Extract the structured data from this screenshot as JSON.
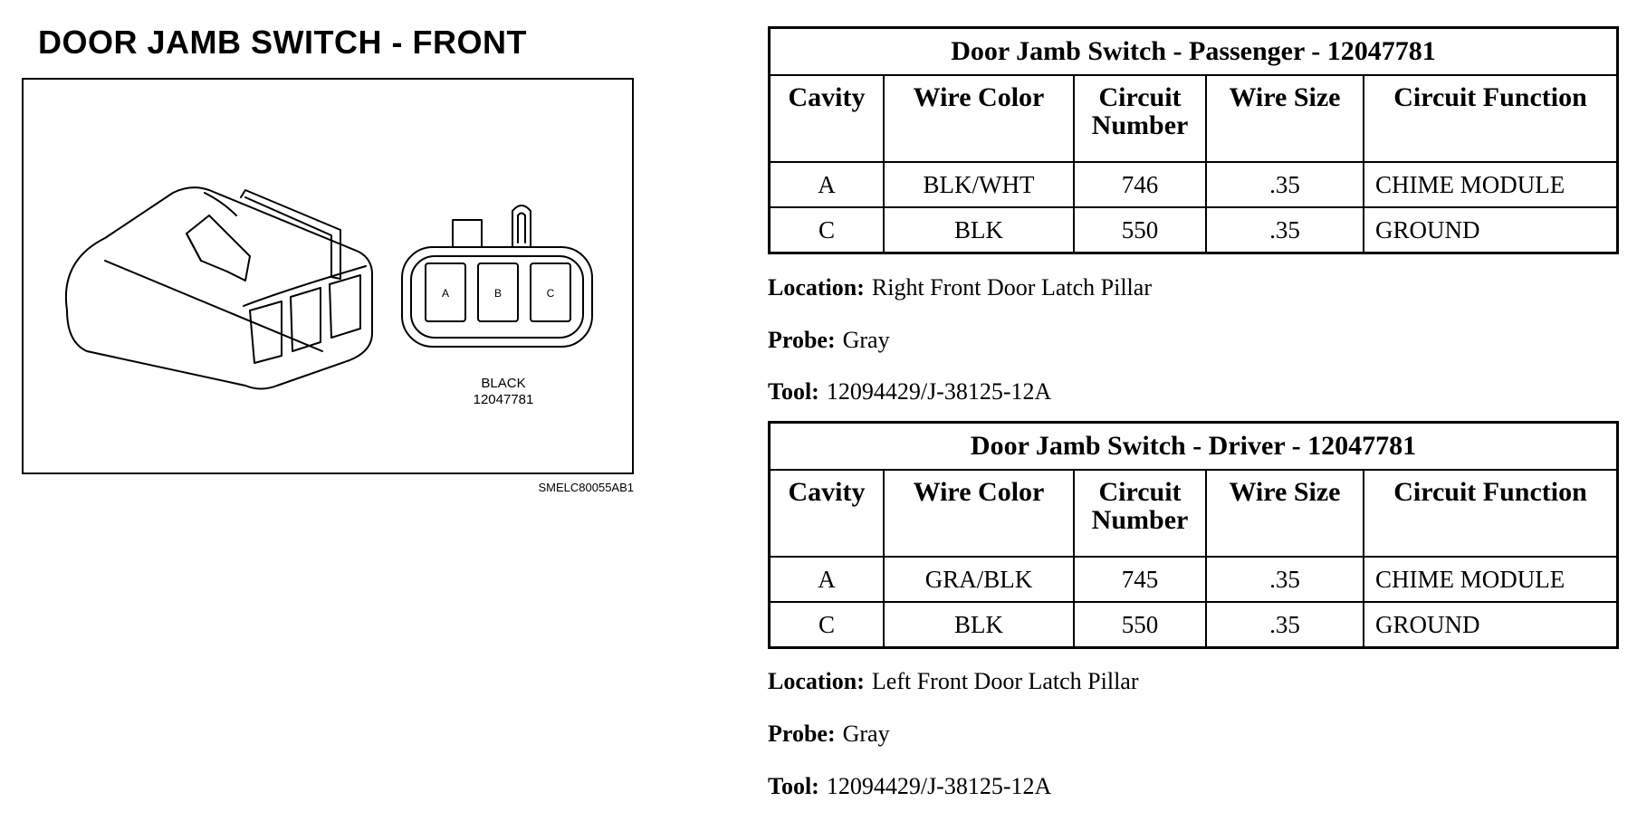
{
  "figure": {
    "title": "DOOR JAMB SWITCH - FRONT",
    "cavities": [
      "A",
      "B",
      "C"
    ],
    "connector_color": "BLACK",
    "part_number": "12047781",
    "id": "SMELC80055AB1"
  },
  "columns": [
    "Cavity",
    "Wire Color",
    "Circuit Number",
    "Wire Size",
    "Circuit Function"
  ],
  "tables": [
    {
      "caption": "Door Jamb Switch - Passenger - 12047781",
      "rows": [
        {
          "cavity": "A",
          "wire_color": "BLK/WHT",
          "circuit": "746",
          "size": ".35",
          "function": "CHIME MODULE"
        },
        {
          "cavity": "C",
          "wire_color": "BLK",
          "circuit": "550",
          "size": ".35",
          "function": "GROUND"
        }
      ],
      "location_label": "Location:",
      "location": "Right Front Door Latch Pillar",
      "probe_label": "Probe:",
      "probe": "Gray",
      "tool_label": "Tool:",
      "tool": "12094429/J-38125-12A"
    },
    {
      "caption": "Door Jamb Switch - Driver - 12047781",
      "rows": [
        {
          "cavity": "A",
          "wire_color": "GRA/BLK",
          "circuit": "745",
          "size": ".35",
          "function": "CHIME MODULE"
        },
        {
          "cavity": "C",
          "wire_color": "BLK",
          "circuit": "550",
          "size": ".35",
          "function": "GROUND"
        }
      ],
      "location_label": "Location:",
      "location": "Left Front Door Latch Pillar",
      "probe_label": "Probe:",
      "probe": "Gray",
      "tool_label": "Tool:",
      "tool": "12094429/J-38125-12A"
    }
  ]
}
